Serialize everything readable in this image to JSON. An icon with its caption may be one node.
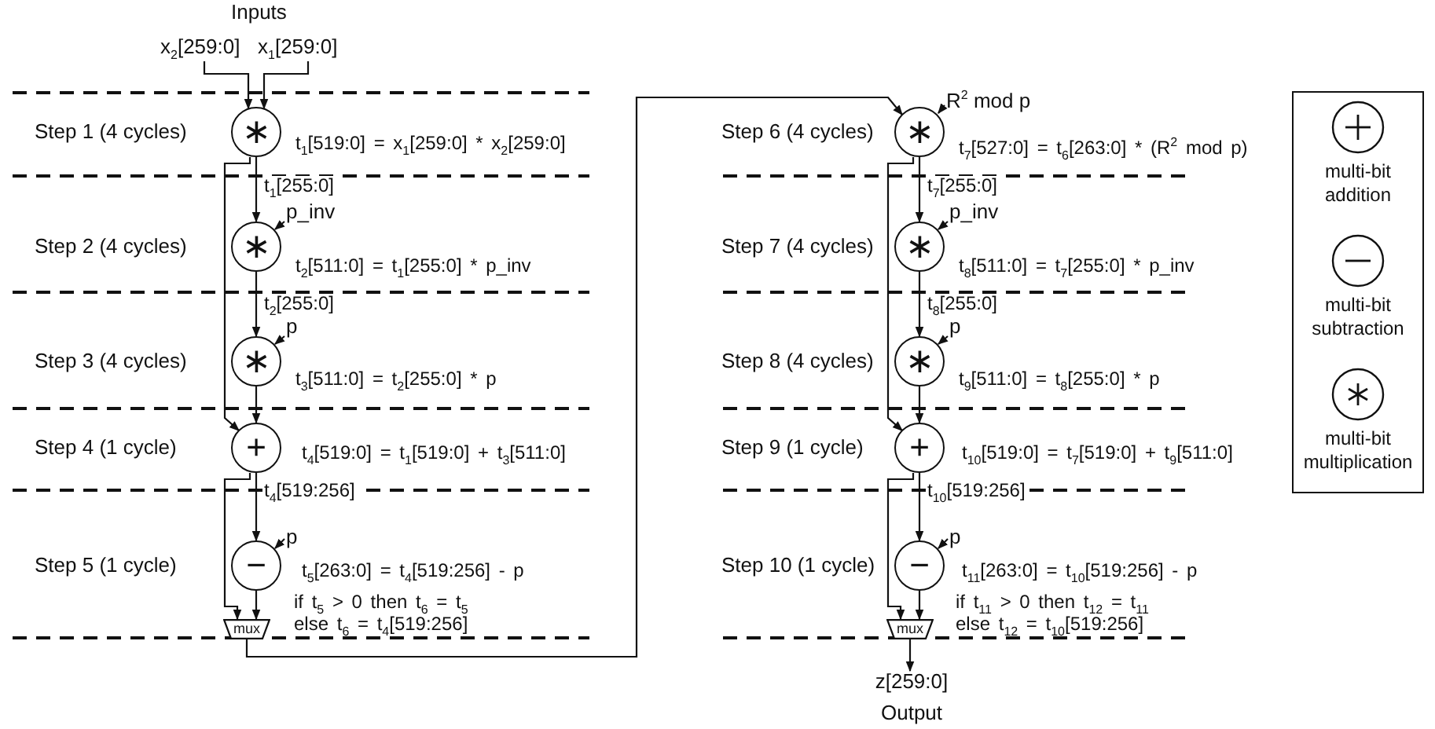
{
  "diagram": {
    "nodes": [
      {
        "text": [
          "x$_{2}$[259:0]"
        ]
      },
      {
        "text": [
          "x$_{1}$[259:0]"
        ]
      },
      {
        "text": [
          "∗"
        ],
        "beside": [
          "t$_{1}$[519:0] = x$_{1}$[259:0] * x$_{2}$[259:0]"
        ]
      },
      {
        "text": [
          "p_inv"
        ]
      },
      {
        "text": [
          "∗"
        ],
        "beside": [
          "t$_{2}$[511:0] = t$_{1}$[255:0] * p_inv"
        ]
      },
      {
        "text": [
          "p"
        ]
      },
      {
        "text": [
          "∗"
        ],
        "beside": [
          "t$_{3}$[511:0] = t$_{2}$[255:0] * p"
        ]
      },
      {
        "text": [
          "+"
        ],
        "beside": [
          "t$_{4}$[519:0] = t$_{1}$[519:0] + t$_{3}$[511:0]"
        ]
      },
      {
        "text": [
          "p"
        ]
      },
      {
        "text": [
          "−"
        ],
        "beside": [
          "t$_{5}$[263:0] = t$_{4}$[519:256] - p"
        ]
      },
      {
        "text": [
          "mux"
        ],
        "beside": [
          "if t$_{5}$ > 0 then t$_{6}$ = t$_{5}$",
          "else t$_{6}$ = t$_{4}$[519:256]"
        ]
      },
      {
        "text": [
          "R$^{2}$ mod p"
        ]
      },
      {
        "text": [
          "∗"
        ],
        "beside": [
          "t$_{7}$[527:0] = t$_{6}$[263:0] * (R$^{2}$ mod p)"
        ]
      },
      {
        "text": [
          "p_inv"
        ]
      },
      {
        "text": [
          "∗"
        ],
        "beside": [
          "t$_{8}$[511:0] = t$_{7}$[255:0] * p_inv"
        ]
      },
      {
        "text": [
          "p"
        ]
      },
      {
        "text": [
          "∗"
        ],
        "beside": [
          "t$_{9}$[511:0] = t$_{8}$[255:0] * p"
        ]
      },
      {
        "text": [
          "+"
        ],
        "beside": [
          "t$_{10}$[519:0] = t$_{7}$[519:0] + t$_{9}$[511:0]"
        ]
      },
      {
        "text": [
          "p"
        ]
      },
      {
        "text": [
          "−"
        ],
        "beside": [
          "t$_{11}$[263:0] = t$_{10}$[519:256] - p"
        ]
      },
      {
        "text": [
          "mux"
        ],
        "beside": [
          "if t$_{11}$ > 0 then t$_{12}$ = t$_{11}$",
          "else t$_{12}$ = t$_{10}$[519:256]"
        ]
      },
      {
        "text": [
          "z[259:0]",
          "Output"
        ]
      }
    ],
    "edges": [
      {
        "from": 0,
        "to": 2,
        "arrow": "to"
      },
      {
        "from": 1,
        "to": 2,
        "arrow": "to"
      },
      {
        "from": 2,
        "to": 4,
        "arrow": "to",
        "label": "t$_{1}$[255:0]"
      },
      {
        "from": 2,
        "to": 7,
        "arrow": "to"
      },
      {
        "from": 3,
        "to": 4,
        "arrow": "to"
      },
      {
        "from": 4,
        "to": 6,
        "arrow": "to",
        "label": "t$_{2}$[255:0]"
      },
      {
        "from": 5,
        "to": 6,
        "arrow": "to"
      },
      {
        "from": 6,
        "to": 7,
        "arrow": "to"
      },
      {
        "from": 7,
        "to": 9,
        "arrow": "to",
        "label": "t$_{4}$[519:256]"
      },
      {
        "from": 7,
        "to": 10,
        "arrow": "to"
      },
      {
        "from": 8,
        "to": 9,
        "arrow": "to"
      },
      {
        "from": 9,
        "to": 10,
        "arrow": "to"
      },
      {
        "from": 10,
        "to": 12,
        "arrow": "to"
      },
      {
        "from": 11,
        "to": 12,
        "arrow": "to"
      },
      {
        "from": 12,
        "to": 14,
        "arrow": "to",
        "label": "t$_{7}$[255:0]"
      },
      {
        "from": 12,
        "to": 17,
        "arrow": "to"
      },
      {
        "from": 13,
        "to": 14,
        "arrow": "to"
      },
      {
        "from": 14,
        "to": 16,
        "arrow": "to",
        "label": "t$_{8}$[255:0]"
      },
      {
        "from": 15,
        "to": 16,
        "arrow": "to"
      },
      {
        "from": 16,
        "to": 17,
        "arrow": "to"
      },
      {
        "from": 17,
        "to": 19,
        "arrow": "to",
        "label": "t$_{10}$[519:256]"
      },
      {
        "from": 17,
        "to": 20,
        "arrow": "to"
      },
      {
        "from": 18,
        "to": 19,
        "arrow": "to"
      },
      {
        "from": 19,
        "to": 20,
        "arrow": "to"
      },
      {
        "from": 20,
        "to": 21,
        "arrow": "to"
      }
    ],
    "labels": [
      "Inputs",
      "Step 1 (4 cycles)",
      "Step 6 (4 cycles)",
      "Step 2 (4 cycles)",
      "Step 7 (4 cycles)",
      "Step 3 (4 cycles)",
      "Step 8 (4 cycles)",
      "Step 4 (1 cycle)",
      "Step 9 (1 cycle)",
      "Step 5 (1 cycle)",
      "Step 10 (1 cycle)"
    ],
    "legend": [
      {
        "text": "multi-bit addition"
      },
      {
        "text": "multi-bit subtraction"
      },
      {
        "text": "multi-bit multiplication"
      }
    ]
  }
}
